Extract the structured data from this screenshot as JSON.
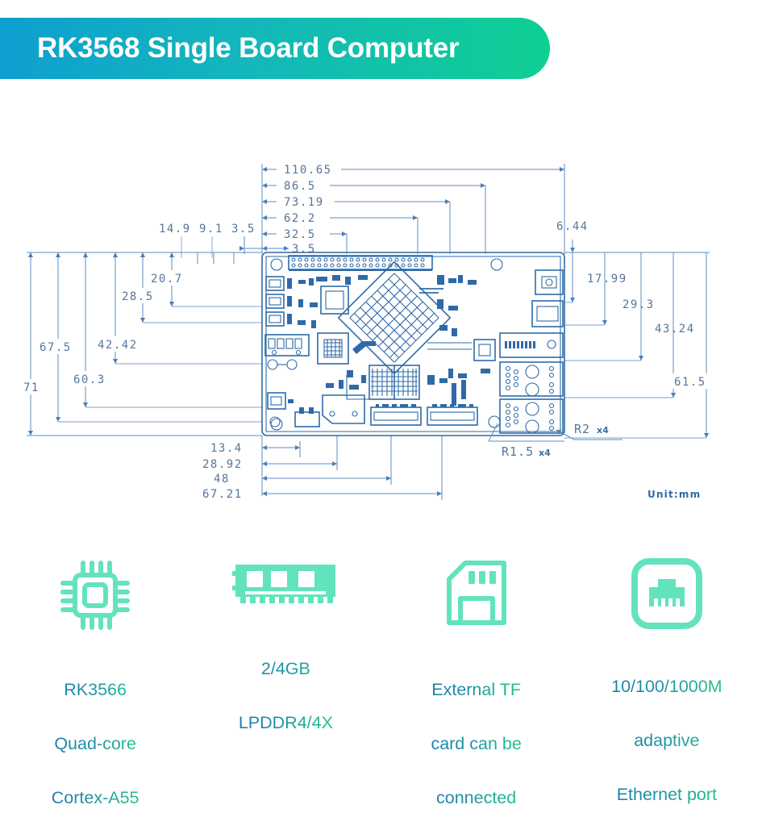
{
  "header": {
    "title": "RK3568 Single Board Computer",
    "gradient_from": "#0e9fd0",
    "gradient_to": "#0fcf93"
  },
  "drawing": {
    "unit_label": "Unit:mm",
    "line_color": "#2f6aa8",
    "dim_color": "#4b7fb5",
    "radius_notes": [
      {
        "id": "r15",
        "text": "R1.5",
        "suffix": "x4"
      },
      {
        "id": "r2",
        "text": "R2",
        "suffix": "x4"
      }
    ],
    "dimensions_top": [
      "110.65",
      "86.5",
      "73.19",
      "62.2",
      "32.5",
      "3.5"
    ],
    "dimensions_top_small": [
      "14.9",
      "9.1",
      "3.5"
    ],
    "dimensions_left": [
      "71",
      "67.5",
      "60.3",
      "42.42",
      "28.5",
      "20.7"
    ],
    "dimensions_right_top": [
      "6.44"
    ],
    "dimensions_right": [
      "17.99",
      "29.3",
      "43.24",
      "61.5"
    ],
    "dimensions_bottom": [
      "13.4",
      "28.92",
      "48",
      "67.21"
    ]
  },
  "features": [
    {
      "icon": "cpu-chip-icon",
      "caption_lines": [
        "RK3566",
        "Quad-core",
        "Cortex-A55"
      ]
    },
    {
      "icon": "memory-module-icon",
      "caption_lines": [
        "2/4GB",
        "LPDDR4/4X"
      ]
    },
    {
      "icon": "sd-card-icon",
      "caption_lines": [
        "External TF",
        "card can be",
        "connected"
      ]
    },
    {
      "icon": "ethernet-port-icon",
      "caption_lines": [
        "10/100/1000M",
        "adaptive",
        "Ethernet port"
      ]
    }
  ],
  "colors": {
    "icon_mint": "#63e3bd",
    "caption_blue": "#1c7fae",
    "caption_green": "#22c48b",
    "pcb_blue": "#2f6aa8"
  }
}
